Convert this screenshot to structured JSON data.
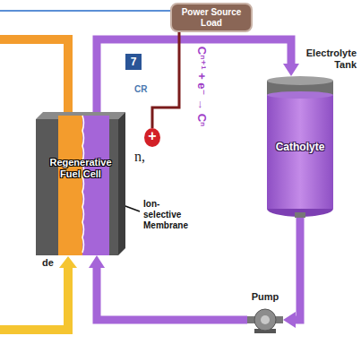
{
  "diagram": {
    "nodes": [
      {
        "text": [
          "Power Source Load"
        ]
      },
      {
        "text": [
          "Regenerative Fuel Cell"
        ]
      },
      {
        "text": [
          "+"
        ]
      },
      {
        "text": [
          "Electrolyte Tank",
          "Catholyte"
        ]
      },
      {
        "text": [
          "Pump"
        ]
      }
    ],
    "edges": [
      {
        "from": 1,
        "to": 3,
        "arrow": "to"
      },
      {
        "from": 3,
        "to": 4,
        "arrow": "to"
      },
      {
        "from": 4,
        "to": 1,
        "arrow": "to"
      },
      {
        "from": 0,
        "to": 2,
        "arrow": "none"
      }
    ],
    "labels": [
      "7",
      "CR",
      "n,",
      "de",
      "Ion-selective Membrane",
      "Cⁿ⁺¹ + e⁻ → Cⁿ"
    ]
  }
}
